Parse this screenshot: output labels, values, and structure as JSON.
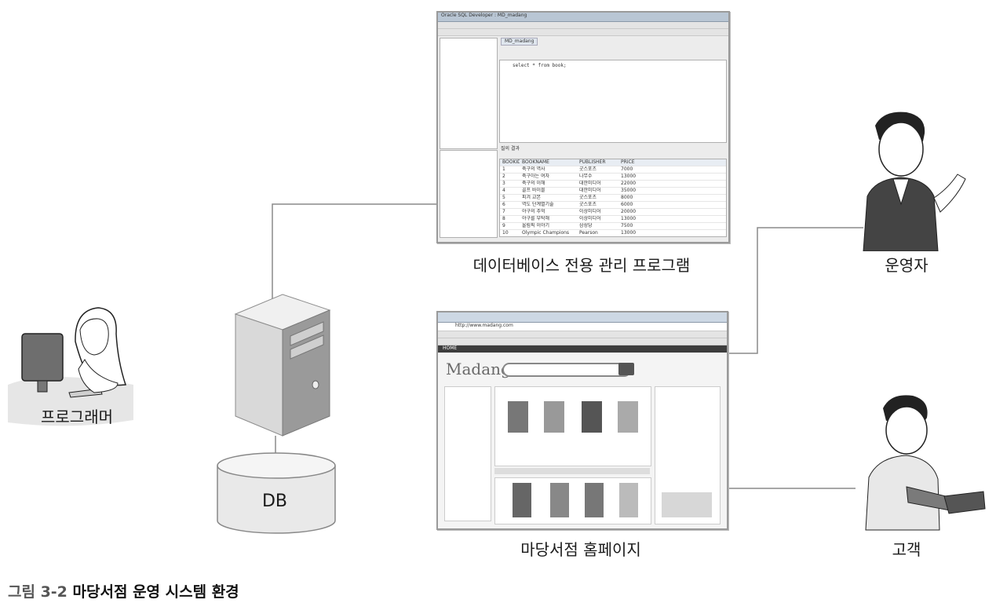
{
  "figure": {
    "caption_prefix": "그림 3-2",
    "caption_title": "마당서점 운영 시스템 환경"
  },
  "nodes": {
    "programmer": "프로그래머",
    "db": "DB",
    "admin_tool": "데이터베이스 전용 관리 프로그램",
    "operator": "운영자",
    "homepage": "마당서점 홈페이지",
    "customer": "고객"
  },
  "sql_developer": {
    "title": "Oracle SQL Developer : MD_madang",
    "tab": "MD_madang",
    "query": "select * from book;",
    "result_tab": "질의 결과",
    "columns": [
      "BOOKID",
      "BOOKNAME",
      "PUBLISHER",
      "PRICE"
    ],
    "rows": [
      [
        "1",
        "축구의 역사",
        "굿스포츠",
        "7000"
      ],
      [
        "2",
        "축구아는 여자",
        "나무수",
        "13000"
      ],
      [
        "3",
        "축구의 이해",
        "대한미디어",
        "22000"
      ],
      [
        "4",
        "골프 바이블",
        "대한미디어",
        "35000"
      ],
      [
        "5",
        "피겨 교본",
        "굿스포츠",
        "8000"
      ],
      [
        "6",
        "역도 단계별기술",
        "굿스포츠",
        "6000"
      ],
      [
        "7",
        "야구의 추억",
        "이상미디어",
        "20000"
      ],
      [
        "8",
        "야구를 부탁해",
        "이상미디어",
        "13000"
      ],
      [
        "9",
        "올림픽 이야기",
        "삼성당",
        "7500"
      ],
      [
        "10",
        "Olympic Champions",
        "Pearson",
        "13000"
      ]
    ]
  },
  "browser": {
    "url": "http://www.madang.com",
    "logo": "Madang",
    "nav_home": "HOME"
  }
}
